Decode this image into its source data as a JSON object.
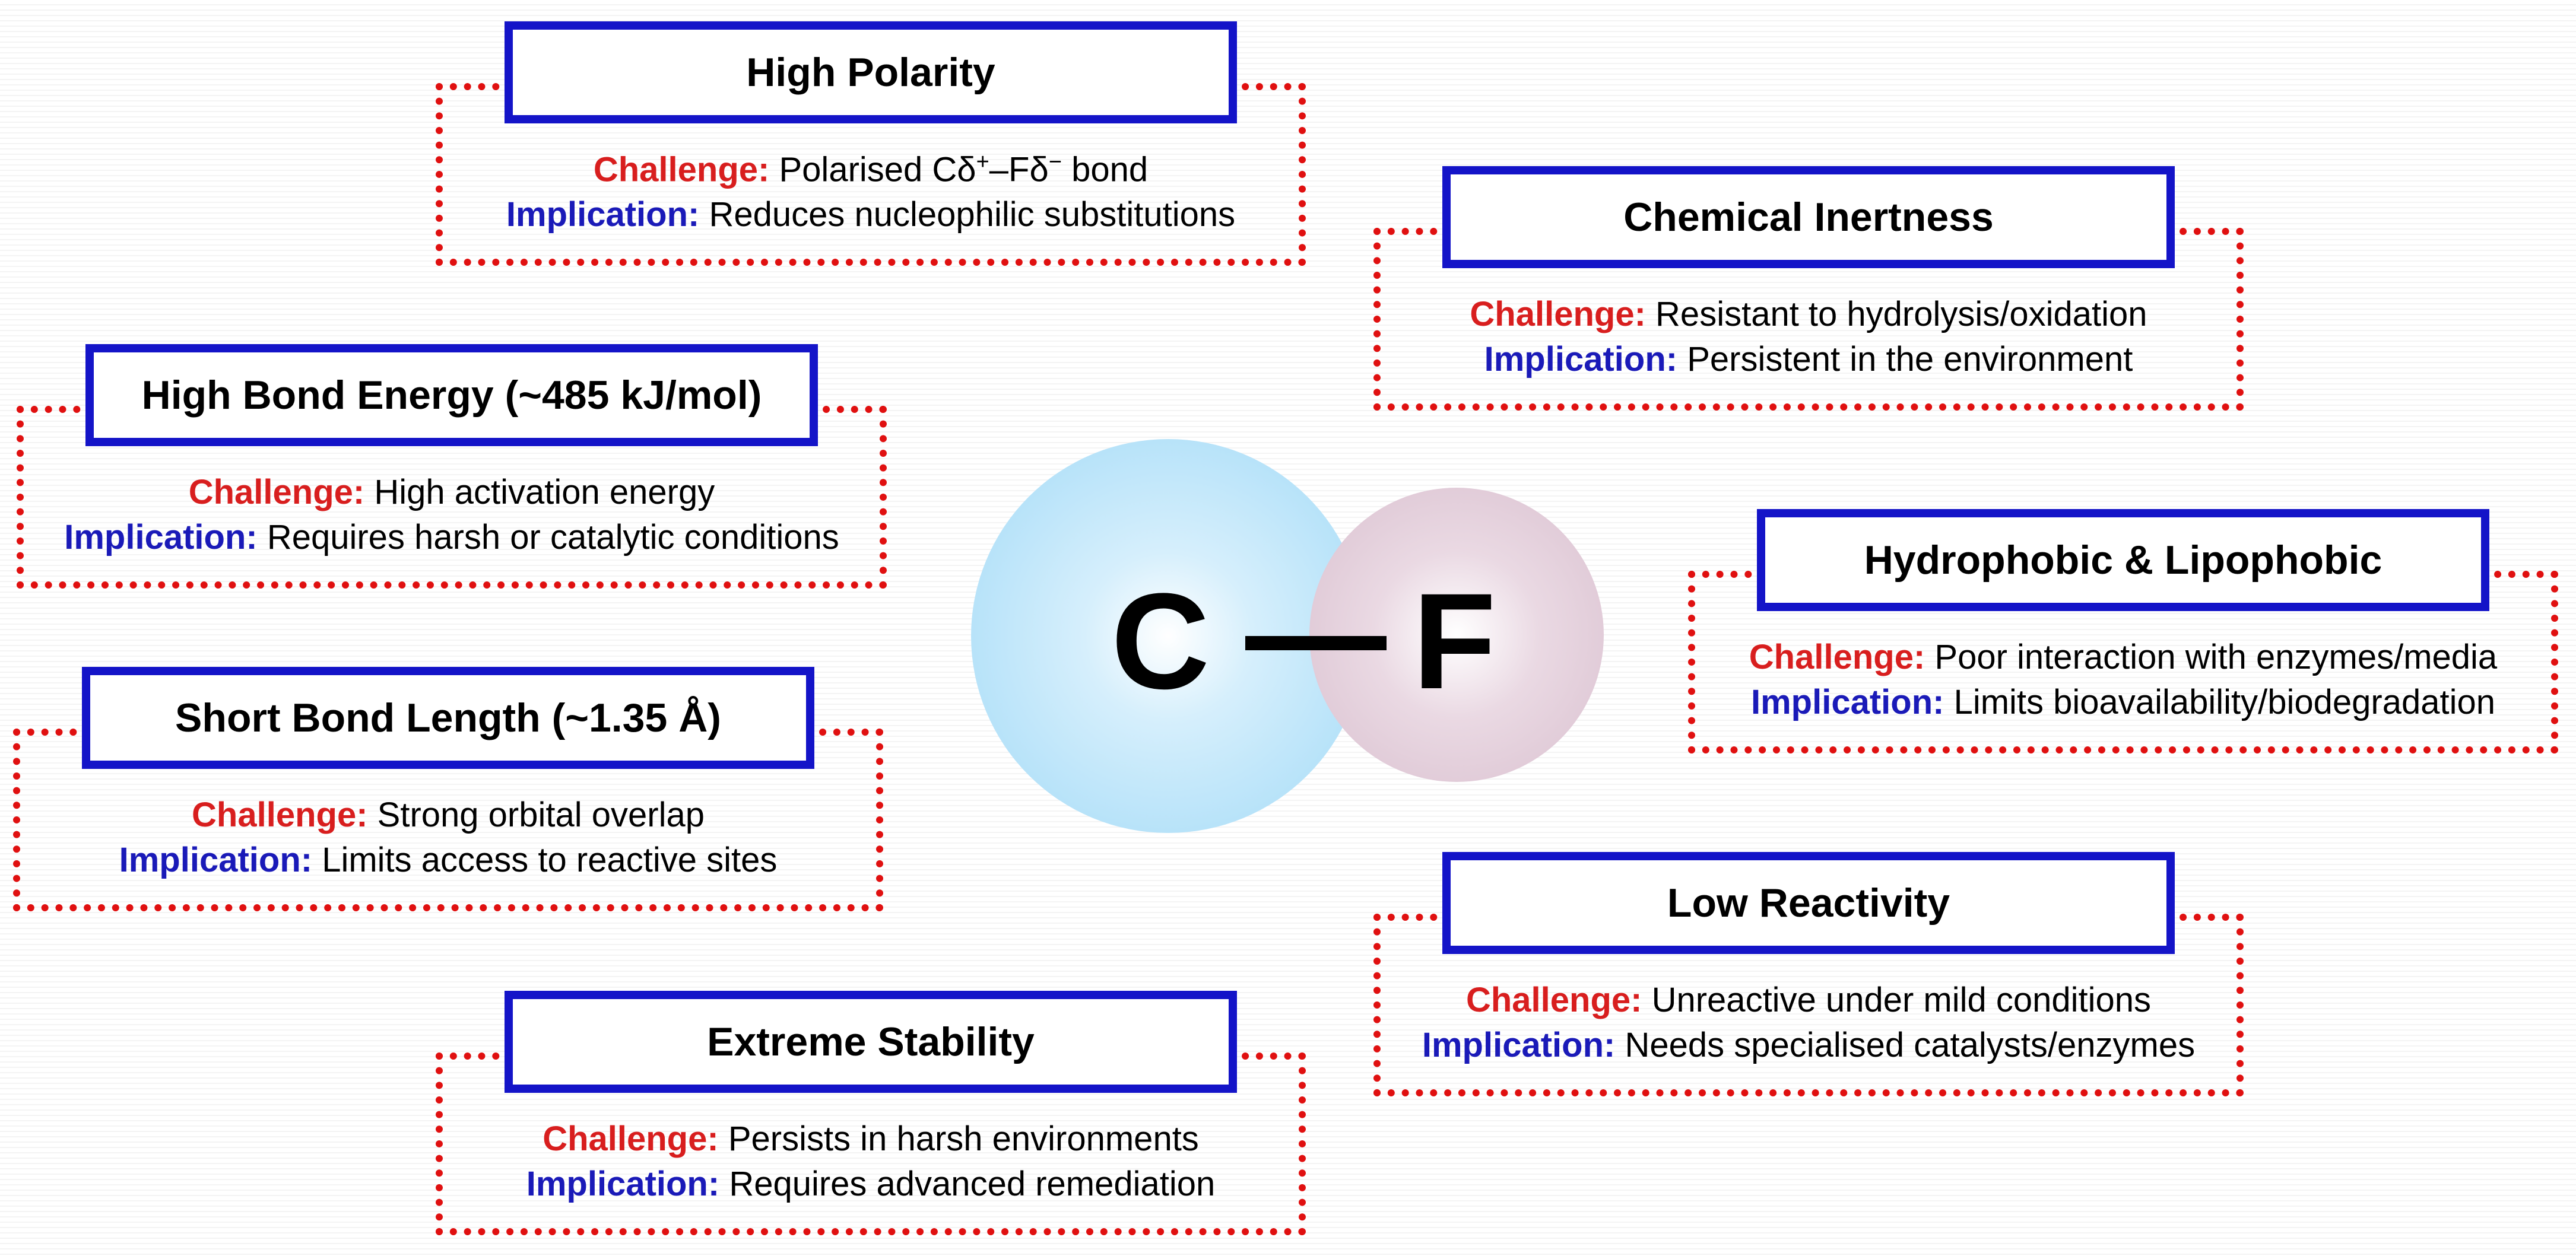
{
  "labels": {
    "challenge": "Challenge:",
    "implication": "Implication:"
  },
  "molecule": {
    "atom1": "C",
    "atom2": "F"
  },
  "cards": {
    "high_polarity": {
      "title": "High Polarity",
      "challenge_pre": "Polarised Cδ",
      "challenge_sup1": "+",
      "challenge_mid": "–Fδ",
      "challenge_sup2": "−",
      "challenge_post": " bond",
      "implication": "Reduces nucleophilic substitutions"
    },
    "chemical_inertness": {
      "title": "Chemical Inertness",
      "challenge": "Resistant to hydrolysis/oxidation",
      "implication": "Persistent in the environment"
    },
    "high_bond_energy": {
      "title": "High Bond Energy (~485 kJ/mol)",
      "challenge": "High activation energy",
      "implication": "Requires harsh or catalytic conditions"
    },
    "hydrophobic": {
      "title": "Hydrophobic & Lipophobic",
      "challenge": "Poor interaction with enzymes/media",
      "implication": "Limits bioavailability/biodegradation"
    },
    "short_bond_length": {
      "title": "Short Bond Length (~1.35 Å)",
      "challenge": "Strong orbital overlap",
      "implication": "Limits access to reactive sites"
    },
    "low_reactivity": {
      "title": "Low Reactivity",
      "challenge": "Unreactive under mild conditions",
      "implication": "Needs specialised catalysts/enzymes"
    },
    "extreme_stability": {
      "title": "Extreme Stability",
      "challenge": "Persists in harsh environments",
      "implication": "Requires advanced remediation"
    }
  }
}
